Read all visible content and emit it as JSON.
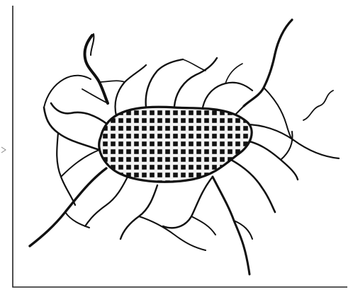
{
  "figure": {
    "description_text": "",
    "style": {
      "ink": "#111111",
      "paper": "#ffffff",
      "frame": "#222222"
    },
    "elements": [
      "central-gridded-area",
      "branching-crack-network",
      "outer-frame-border"
    ]
  }
}
